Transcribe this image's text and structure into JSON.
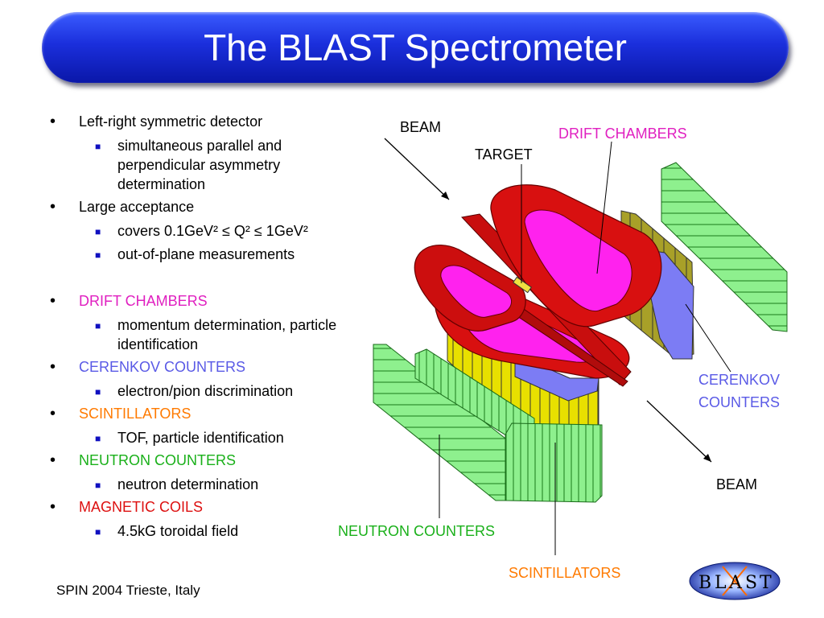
{
  "slide": {
    "title": "The BLAST Spectrometer",
    "footer": "SPIN 2004 Trieste, Italy"
  },
  "bullets": [
    {
      "text": "Left-right symmetric detector",
      "color": "#000000",
      "sub": [
        "simultaneous parallel and perpendicular asymmetry determination"
      ]
    },
    {
      "text": "Large acceptance",
      "color": "#000000",
      "sub": [
        "covers 0.1GeV² ≤ Q² ≤ 1GeV²",
        "out-of-plane measurements"
      ]
    },
    {
      "text": "DRIFT CHAMBERS",
      "color": "#e020c0",
      "sub": [
        "momentum determination, particle identification"
      ]
    },
    {
      "text": "CERENKOV COUNTERS",
      "color": "#5a5ae6",
      "sub": [
        "electron/pion discrimination"
      ]
    },
    {
      "text": "SCINTILLATORS",
      "color": "#ff7a00",
      "sub": [
        "TOF, particle identification"
      ]
    },
    {
      "text": "NEUTRON COUNTERS",
      "color": "#1ab01a",
      "sub": [
        "neutron determination"
      ]
    },
    {
      "text": "MAGNETIC COILS",
      "color": "#dd1010",
      "sub": [
        "4.5kG toroidal field"
      ]
    }
  ],
  "diagram": {
    "beam_in": "BEAM",
    "beam_out": "BEAM",
    "target": "TARGET",
    "drift_chambers": "DRIFT CHAMBERS",
    "cerenkov_line1": "CERENKOV",
    "cerenkov_line2": "COUNTERS",
    "neutron_counters": "NEUTRON COUNTERS",
    "scintillators": "SCINTILLATORS"
  },
  "logo": {
    "letters": [
      "B",
      "L",
      "A",
      "S",
      "T"
    ]
  },
  "colors": {
    "drift": "#e020c0",
    "cerenkov": "#5a5ae6",
    "scint": "#ff7a00",
    "neutron": "#1ab01a",
    "coil": "#dd1010"
  }
}
